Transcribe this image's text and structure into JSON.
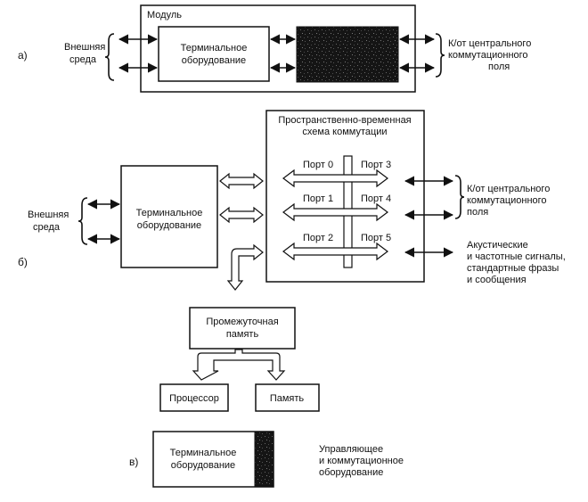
{
  "part_a": {
    "label": "а)",
    "module_title": "Модуль",
    "ext_env": [
      "Внешняя",
      "среда"
    ],
    "terminal": [
      "Терминальное",
      "оборудование"
    ],
    "switch_link": [
      "К/от центрального",
      "коммутационного",
      "поля"
    ]
  },
  "part_b": {
    "label": "б)",
    "ext_env": [
      "Внешняя",
      "среда"
    ],
    "terminal": [
      "Терминальное",
      "оборудование"
    ],
    "tst_title": [
      "Пространственно-временная",
      "схема коммутации"
    ],
    "ports": [
      "Порт 0",
      "Порт 1",
      "Порт 2",
      "Порт 3",
      "Порт 4",
      "Порт 5"
    ],
    "switch_link": [
      "К/от центрального",
      "коммутационного",
      "поля"
    ],
    "tones": [
      "Акустические",
      "и частотные сигналы,",
      "стандартные фразы",
      "и сообщения"
    ],
    "buffer": [
      "Промежуточная",
      "память"
    ],
    "processor": "Процессор",
    "memory": "Память"
  },
  "part_c": {
    "label": "в)",
    "terminal": [
      "Терминальное",
      "оборудование"
    ],
    "control": [
      "Управляющее",
      "и коммутационное",
      "оборудование"
    ]
  }
}
